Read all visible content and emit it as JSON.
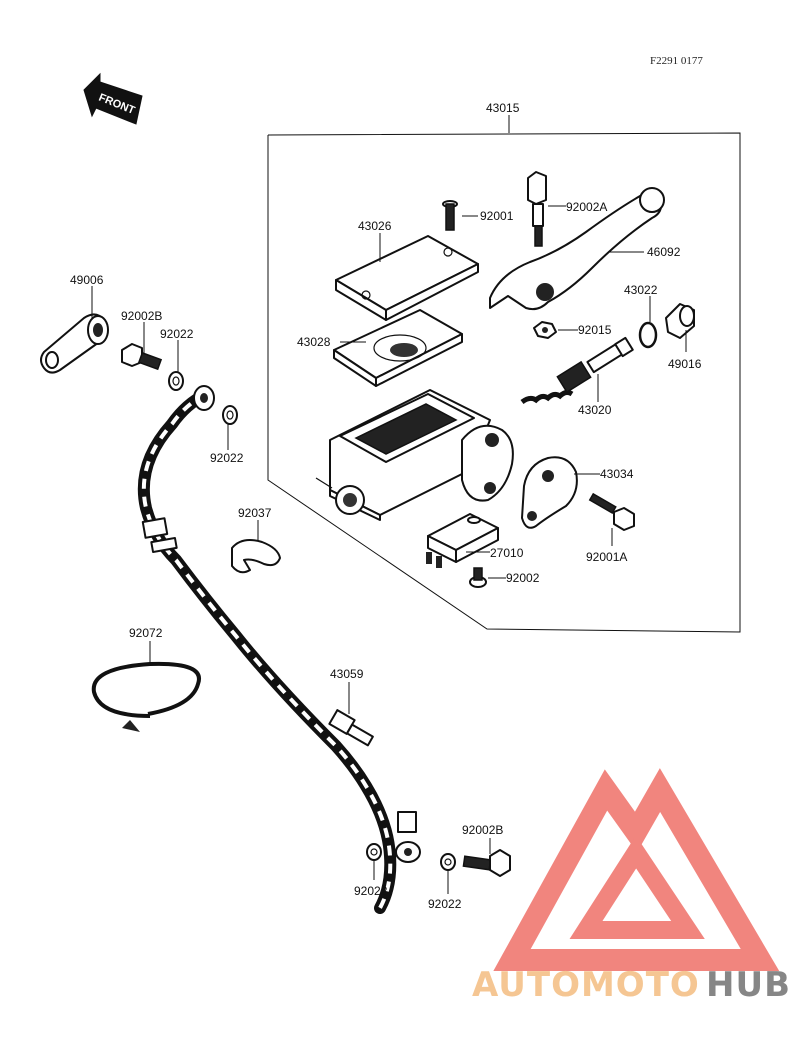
{
  "diagram": {
    "reference_code": "F2291 0177",
    "front_label": "FRONT",
    "assembly_label": "43015",
    "parts": {
      "p49006": "49006",
      "p92002b_top": "92002B",
      "p92022_a": "92022",
      "p92022_b": "92022",
      "p43026": "43026",
      "p92001": "92001",
      "p92002a": "92002A",
      "p46092": "46092",
      "p43022": "43022",
      "p49016": "49016",
      "p43028": "43028",
      "p92015": "92015",
      "p43020": "43020",
      "p43034": "43034",
      "p92001a": "92001A",
      "p27010": "27010",
      "p92002": "92002",
      "p92037": "92037",
      "p92072": "92072",
      "p43059": "43059",
      "p92002b_bottom": "92002B",
      "p92022_c": "92022",
      "p92022_d": "92022"
    }
  },
  "watermark": {
    "text_left": "AUTOMOTO",
    "text_right": "HUB",
    "color_primary": "#f07b74",
    "color_secondary": "#f5c28a",
    "color_dark": "#7c7c7c"
  }
}
